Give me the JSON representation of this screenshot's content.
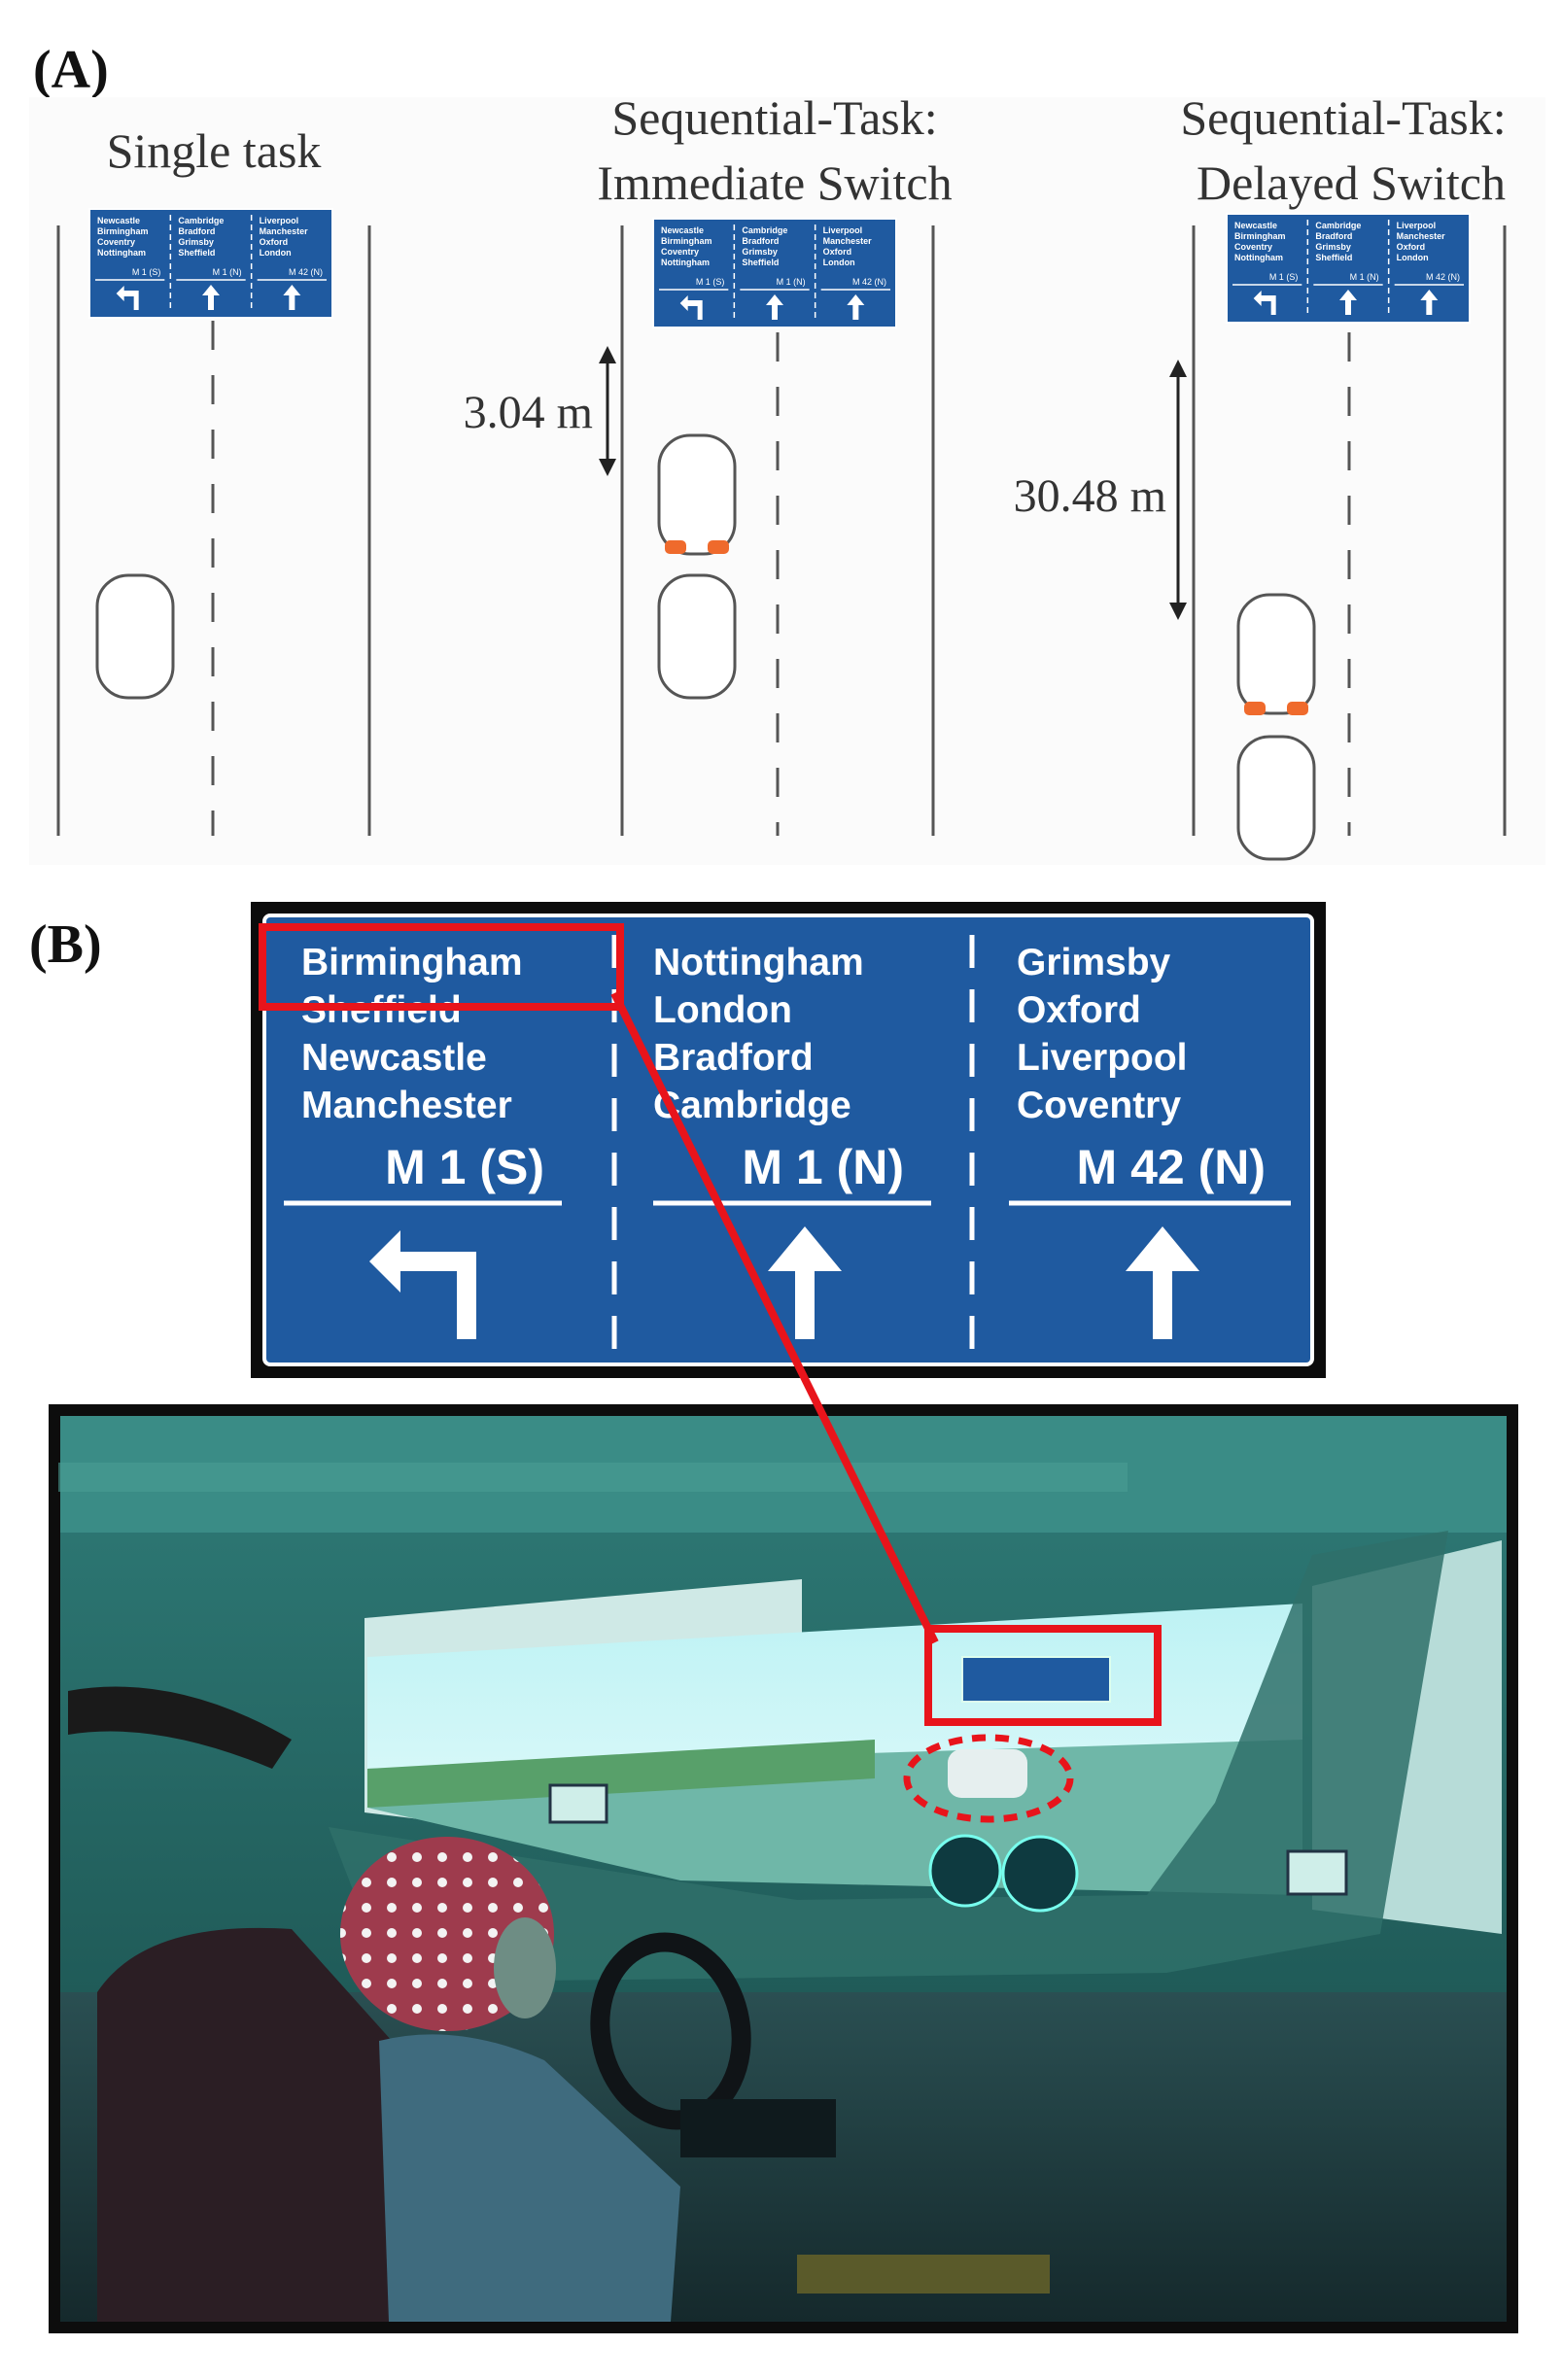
{
  "panel_a": {
    "label": "(A)",
    "conditions": [
      {
        "title_lines": [
          "Single task"
        ]
      },
      {
        "title_lines": [
          "Sequential-Task:",
          "Immediate Switch"
        ],
        "distance": "3.04 m"
      },
      {
        "title_lines": [
          "Sequential-Task:",
          "Delayed Switch"
        ],
        "distance": "30.48 m"
      }
    ],
    "mini_sign": {
      "columns": [
        {
          "destinations": [
            "Newcastle",
            "Birmingham",
            "Coventry",
            "Nottingham"
          ],
          "route": "M 1 (S)",
          "arrow": "turn-left-arrow"
        },
        {
          "destinations": [
            "Cambridge",
            "Bradford",
            "Grimsby",
            "Sheffield"
          ],
          "route": "M 1 (N)",
          "arrow": "straight-arrow"
        },
        {
          "destinations": [
            "Liverpool",
            "Manchester",
            "Oxford",
            "London"
          ],
          "route": "M 42 (N)",
          "arrow": "straight-arrow"
        }
      ]
    }
  },
  "panel_b": {
    "label": "(B)",
    "sign": {
      "columns": [
        {
          "destinations": [
            "Birmingham",
            "Sheffield",
            "Newcastle",
            "Manchester"
          ],
          "route": "M 1 (S)",
          "arrow": "turn-left-arrow",
          "highlighted": "Birmingham"
        },
        {
          "destinations": [
            "Nottingham",
            "London",
            "Bradford",
            "Cambridge"
          ],
          "route": "M 1 (N)",
          "arrow": "straight-arrow"
        },
        {
          "destinations": [
            "Grimsby",
            "Oxford",
            "Liverpool",
            "Coventry"
          ],
          "route": "M 42 (N)",
          "arrow": "straight-arrow"
        }
      ]
    },
    "photo_icons": [
      "driving-simulator-photo",
      "participant-eeg-cap",
      "steering-wheel-icon",
      "speedometer-icon"
    ]
  },
  "colors": {
    "sign_blue": "#1f5aa0",
    "highlight_red": "#e8141b",
    "brake_light": "#ef6a2c",
    "road_line": "#555555"
  }
}
